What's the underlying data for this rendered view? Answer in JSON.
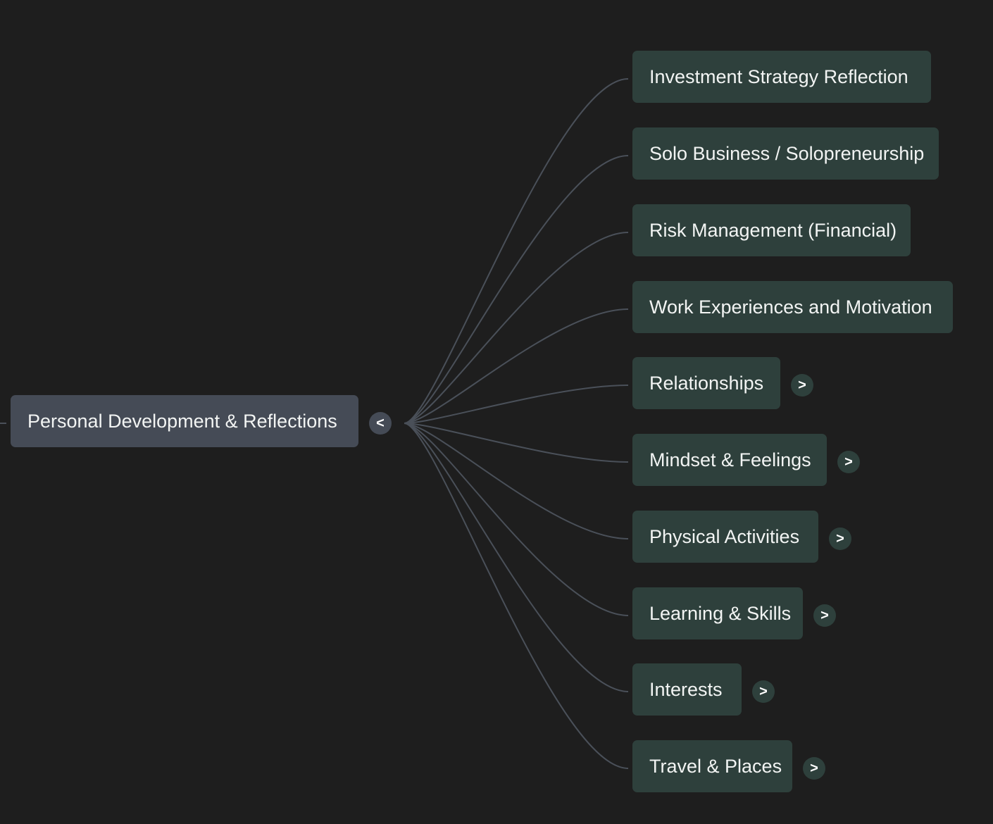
{
  "colors": {
    "background": "#1e1e1e",
    "root_node": "#454b56",
    "child_node": "#2e403c",
    "edge": "#4a5059",
    "text": "#f2f4f3"
  },
  "root": {
    "label": "Personal Development & Reflections",
    "toggle": "<",
    "toggle_icon": "collapse-chevron-left"
  },
  "children": [
    {
      "label": "Investment Strategy Reflection",
      "toggle": ""
    },
    {
      "label": "Solo Business / Solopreneurship",
      "toggle": ""
    },
    {
      "label": "Risk Management (Financial)",
      "toggle": ""
    },
    {
      "label": "Work Experiences and Motivation",
      "toggle": ""
    },
    {
      "label": "Relationships",
      "toggle": ">"
    },
    {
      "label": "Mindset & Feelings",
      "toggle": ">"
    },
    {
      "label": "Physical Activities",
      "toggle": ">"
    },
    {
      "label": "Learning & Skills",
      "toggle": ">"
    },
    {
      "label": "Interests",
      "toggle": ">"
    },
    {
      "label": "Travel & Places",
      "toggle": ">"
    }
  ]
}
